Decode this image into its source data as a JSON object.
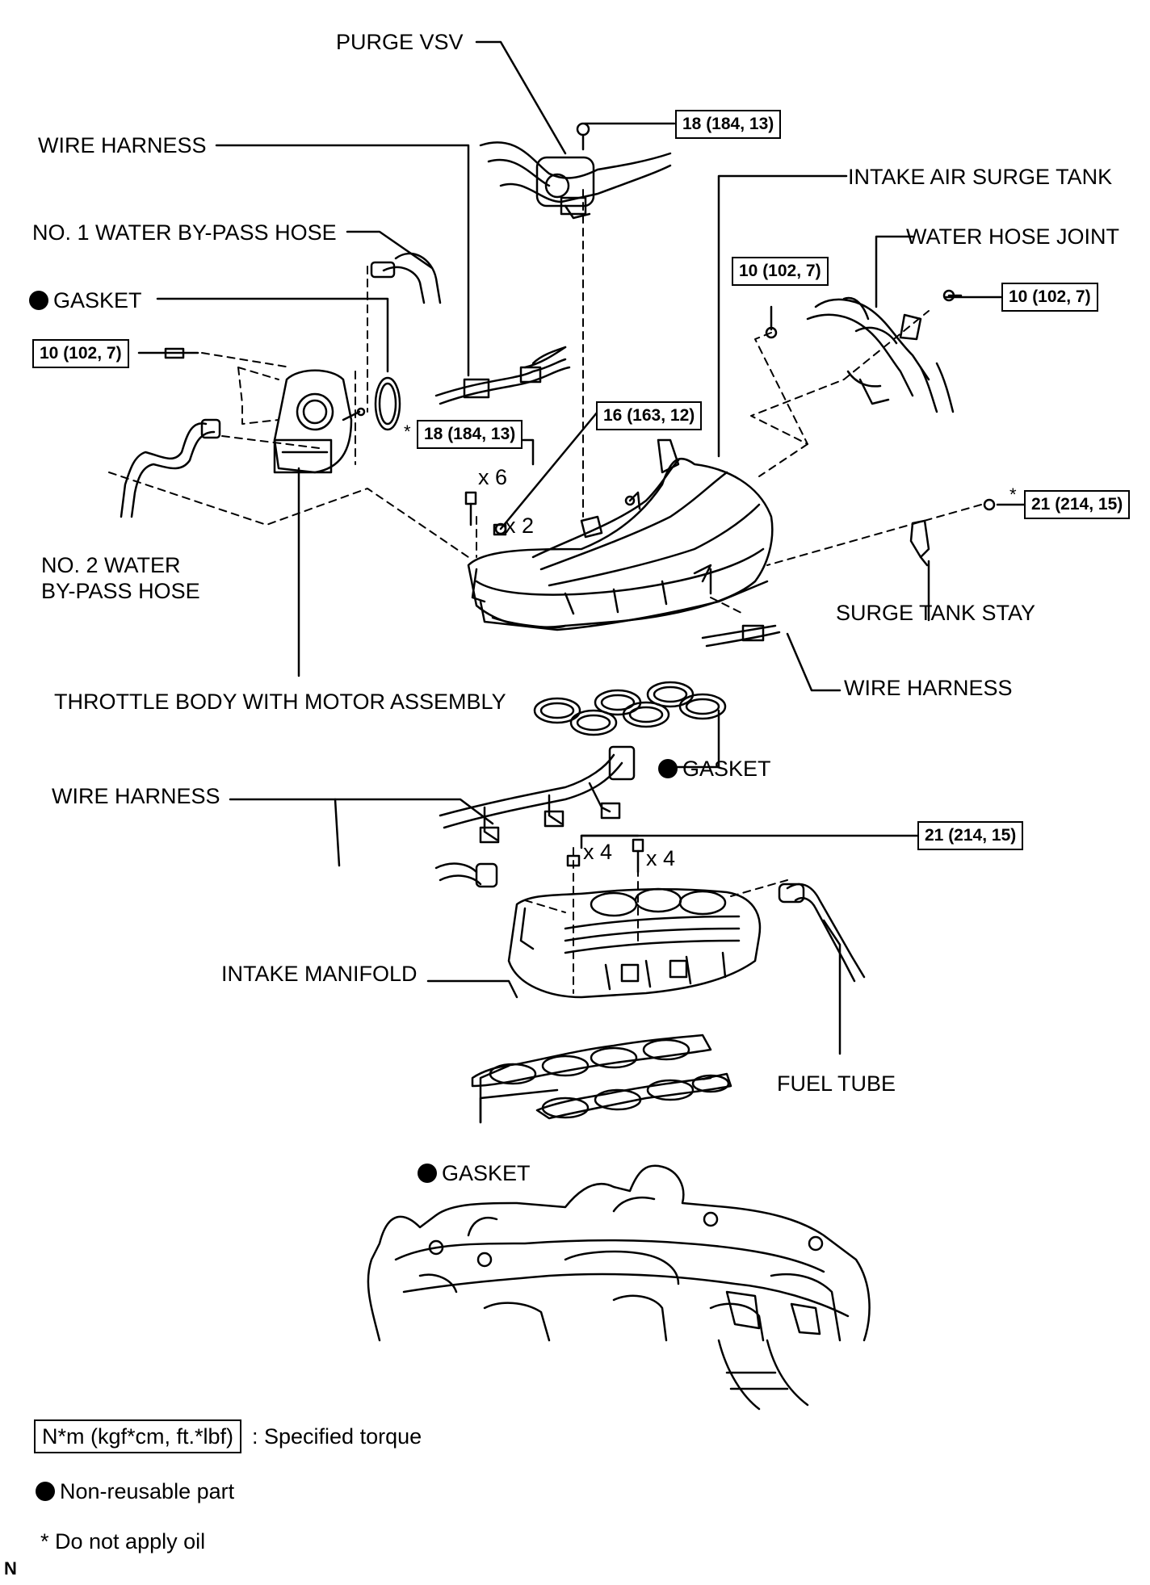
{
  "labels": {
    "purge_vsv": "PURGE VSV",
    "wire_harness_top": "WIRE HARNESS",
    "intake_air_surge_tank": "INTAKE AIR SURGE TANK",
    "no1_water_bypass_hose": "NO. 1 WATER BY-PASS HOSE",
    "water_hose_joint": "WATER HOSE JOINT",
    "gasket_throttle": "GASKET",
    "no2_water_bypass_hose_1": "NO. 2 WATER",
    "no2_water_bypass_hose_2": "BY-PASS HOSE",
    "surge_tank_stay": "SURGE TANK STAY",
    "throttle_body": "THROTTLE BODY WITH MOTOR ASSEMBLY",
    "wire_harness_mid": "WIRE HARNESS",
    "gasket_surge": "GASKET",
    "wire_harness_left": "WIRE HARNESS",
    "intake_manifold": "INTAKE MANIFOLD",
    "fuel_tube": "FUEL TUBE",
    "gasket_manifold": "GASKET"
  },
  "torques": {
    "vsv_bolt": "18 (184, 13)",
    "joint_bolt_left": "10 (102, 7)",
    "joint_bolt_right": "10 (102, 7)",
    "throttle_bolt": "10 (102, 7)",
    "surge_bolt_x6": "18 (184, 13)",
    "surge_nut_x2": "16 (163, 12)",
    "stay_bolt": "21 (214, 15)",
    "manifold_fasteners": "21 (214, 15)"
  },
  "multipliers": {
    "x6": "x 6",
    "x2": "x 2",
    "x4_nut": "x 4",
    "x4_bolt": "x 4"
  },
  "asterisk": "*",
  "legend": {
    "torque_box": "N*m (kgf*cm, ft.*lbf)",
    "torque_text": ": Specified torque",
    "nonreusable_text": "Non-reusable part",
    "no_oil_text": "* Do not apply oil"
  },
  "corner_mark": "N"
}
